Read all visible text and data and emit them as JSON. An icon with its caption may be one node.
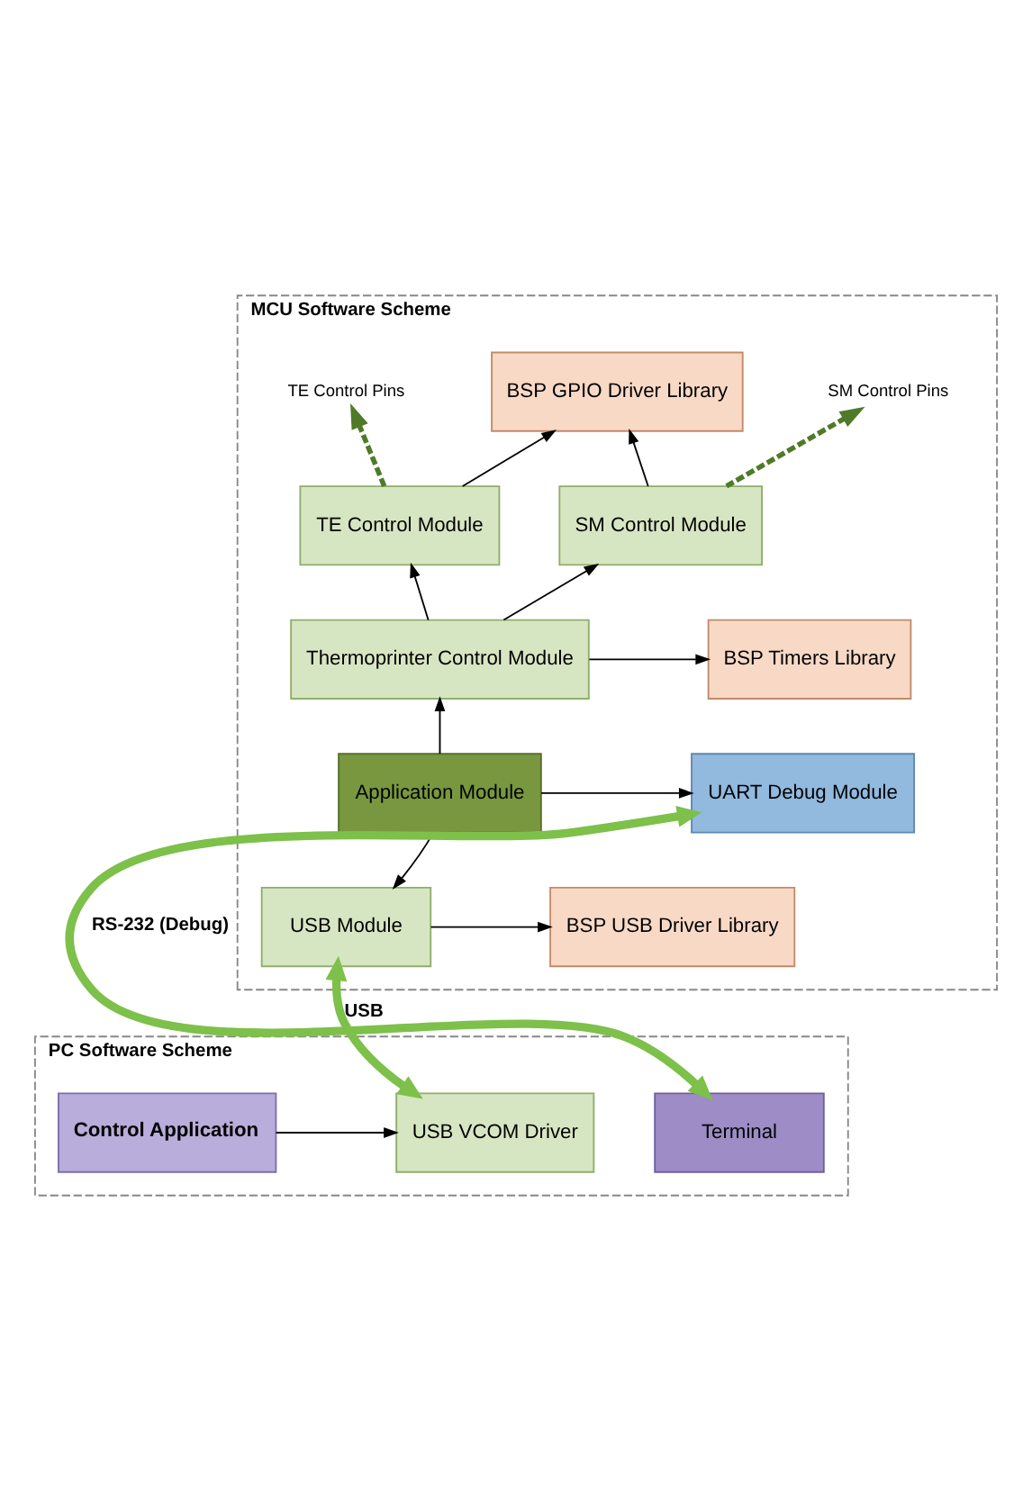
{
  "diagram": {
    "nodes": [
      {
        "text": [
          "MCU Software Scheme"
        ]
      },
      {
        "text": [
          "BSP GPIO Driver Library"
        ],
        "in": 0
      },
      {
        "text": [
          "TE Control Pins"
        ],
        "in": 0
      },
      {
        "text": [
          "SM Control Pins"
        ],
        "in": 0
      },
      {
        "text": [
          "TE Control Module"
        ],
        "in": 0
      },
      {
        "text": [
          "SM Control Module"
        ],
        "in": 0
      },
      {
        "text": [
          "BSP Timers Library"
        ],
        "in": 0
      },
      {
        "text": [
          "Thermoprinter Control Module"
        ],
        "in": 0
      },
      {
        "text": [
          "Application Module"
        ],
        "in": 0
      },
      {
        "text": [
          "UART Debug Module"
        ],
        "in": 0
      },
      {
        "text": [
          "BSP USB Driver Library"
        ],
        "in": 0
      },
      {
        "text": [
          "USB Module"
        ],
        "in": 0
      },
      {
        "text": [
          "PC Software Scheme"
        ]
      },
      {
        "text": [
          "Control Application"
        ],
        "in": 12
      },
      {
        "text": [
          "USB VCOM Driver"
        ],
        "in": 12
      },
      {
        "text": [
          "Terminal"
        ],
        "in": 12
      }
    ],
    "edges": [
      {
        "from": 4,
        "to": 1,
        "arrow": "to"
      },
      {
        "from": 5,
        "to": 1,
        "arrow": "to"
      },
      {
        "from": 4,
        "to": 2,
        "arrow": "to",
        "style": "dashed",
        "color": "#4f7a28"
      },
      {
        "from": 5,
        "to": 3,
        "arrow": "to",
        "style": "dashed",
        "color": "#4f7a28"
      },
      {
        "from": 7,
        "to": 4,
        "arrow": "to"
      },
      {
        "from": 7,
        "to": 5,
        "arrow": "to"
      },
      {
        "from": 7,
        "to": 6,
        "arrow": "to"
      },
      {
        "from": 8,
        "to": 7,
        "arrow": "to"
      },
      {
        "from": 8,
        "to": 9,
        "arrow": "to"
      },
      {
        "from": 8,
        "to": 11,
        "arrow": "to"
      },
      {
        "from": 11,
        "to": 10,
        "arrow": "to"
      },
      {
        "from": 11,
        "to": 14,
        "arrow": "both",
        "label": "USB",
        "style": "thick",
        "color": "#7dc04a"
      },
      {
        "from": 9,
        "to": 15,
        "arrow": "both",
        "label": "RS-232 (Debug)",
        "style": "thick",
        "color": "#7dc04a"
      },
      {
        "from": 13,
        "to": 14,
        "arrow": "to"
      }
    ]
  }
}
